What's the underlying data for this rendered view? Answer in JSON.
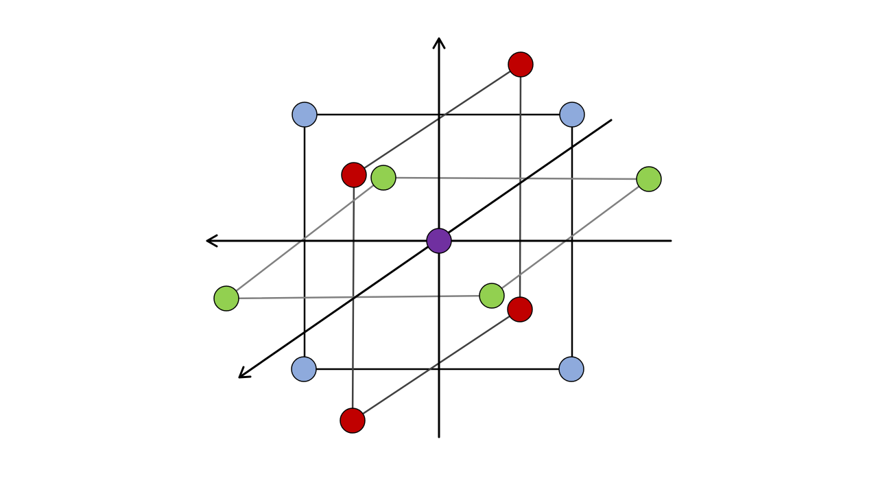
{
  "diagram": {
    "colors": {
      "blue": "#8eaadc",
      "red": "#c00000",
      "green": "#92d050",
      "purple": "#7030a0",
      "axis": "#000000"
    },
    "groups": [
      "center",
      "blue",
      "red",
      "green"
    ],
    "node_counts": {
      "center": 1,
      "blue": 4,
      "red": 4,
      "green": 4
    }
  }
}
